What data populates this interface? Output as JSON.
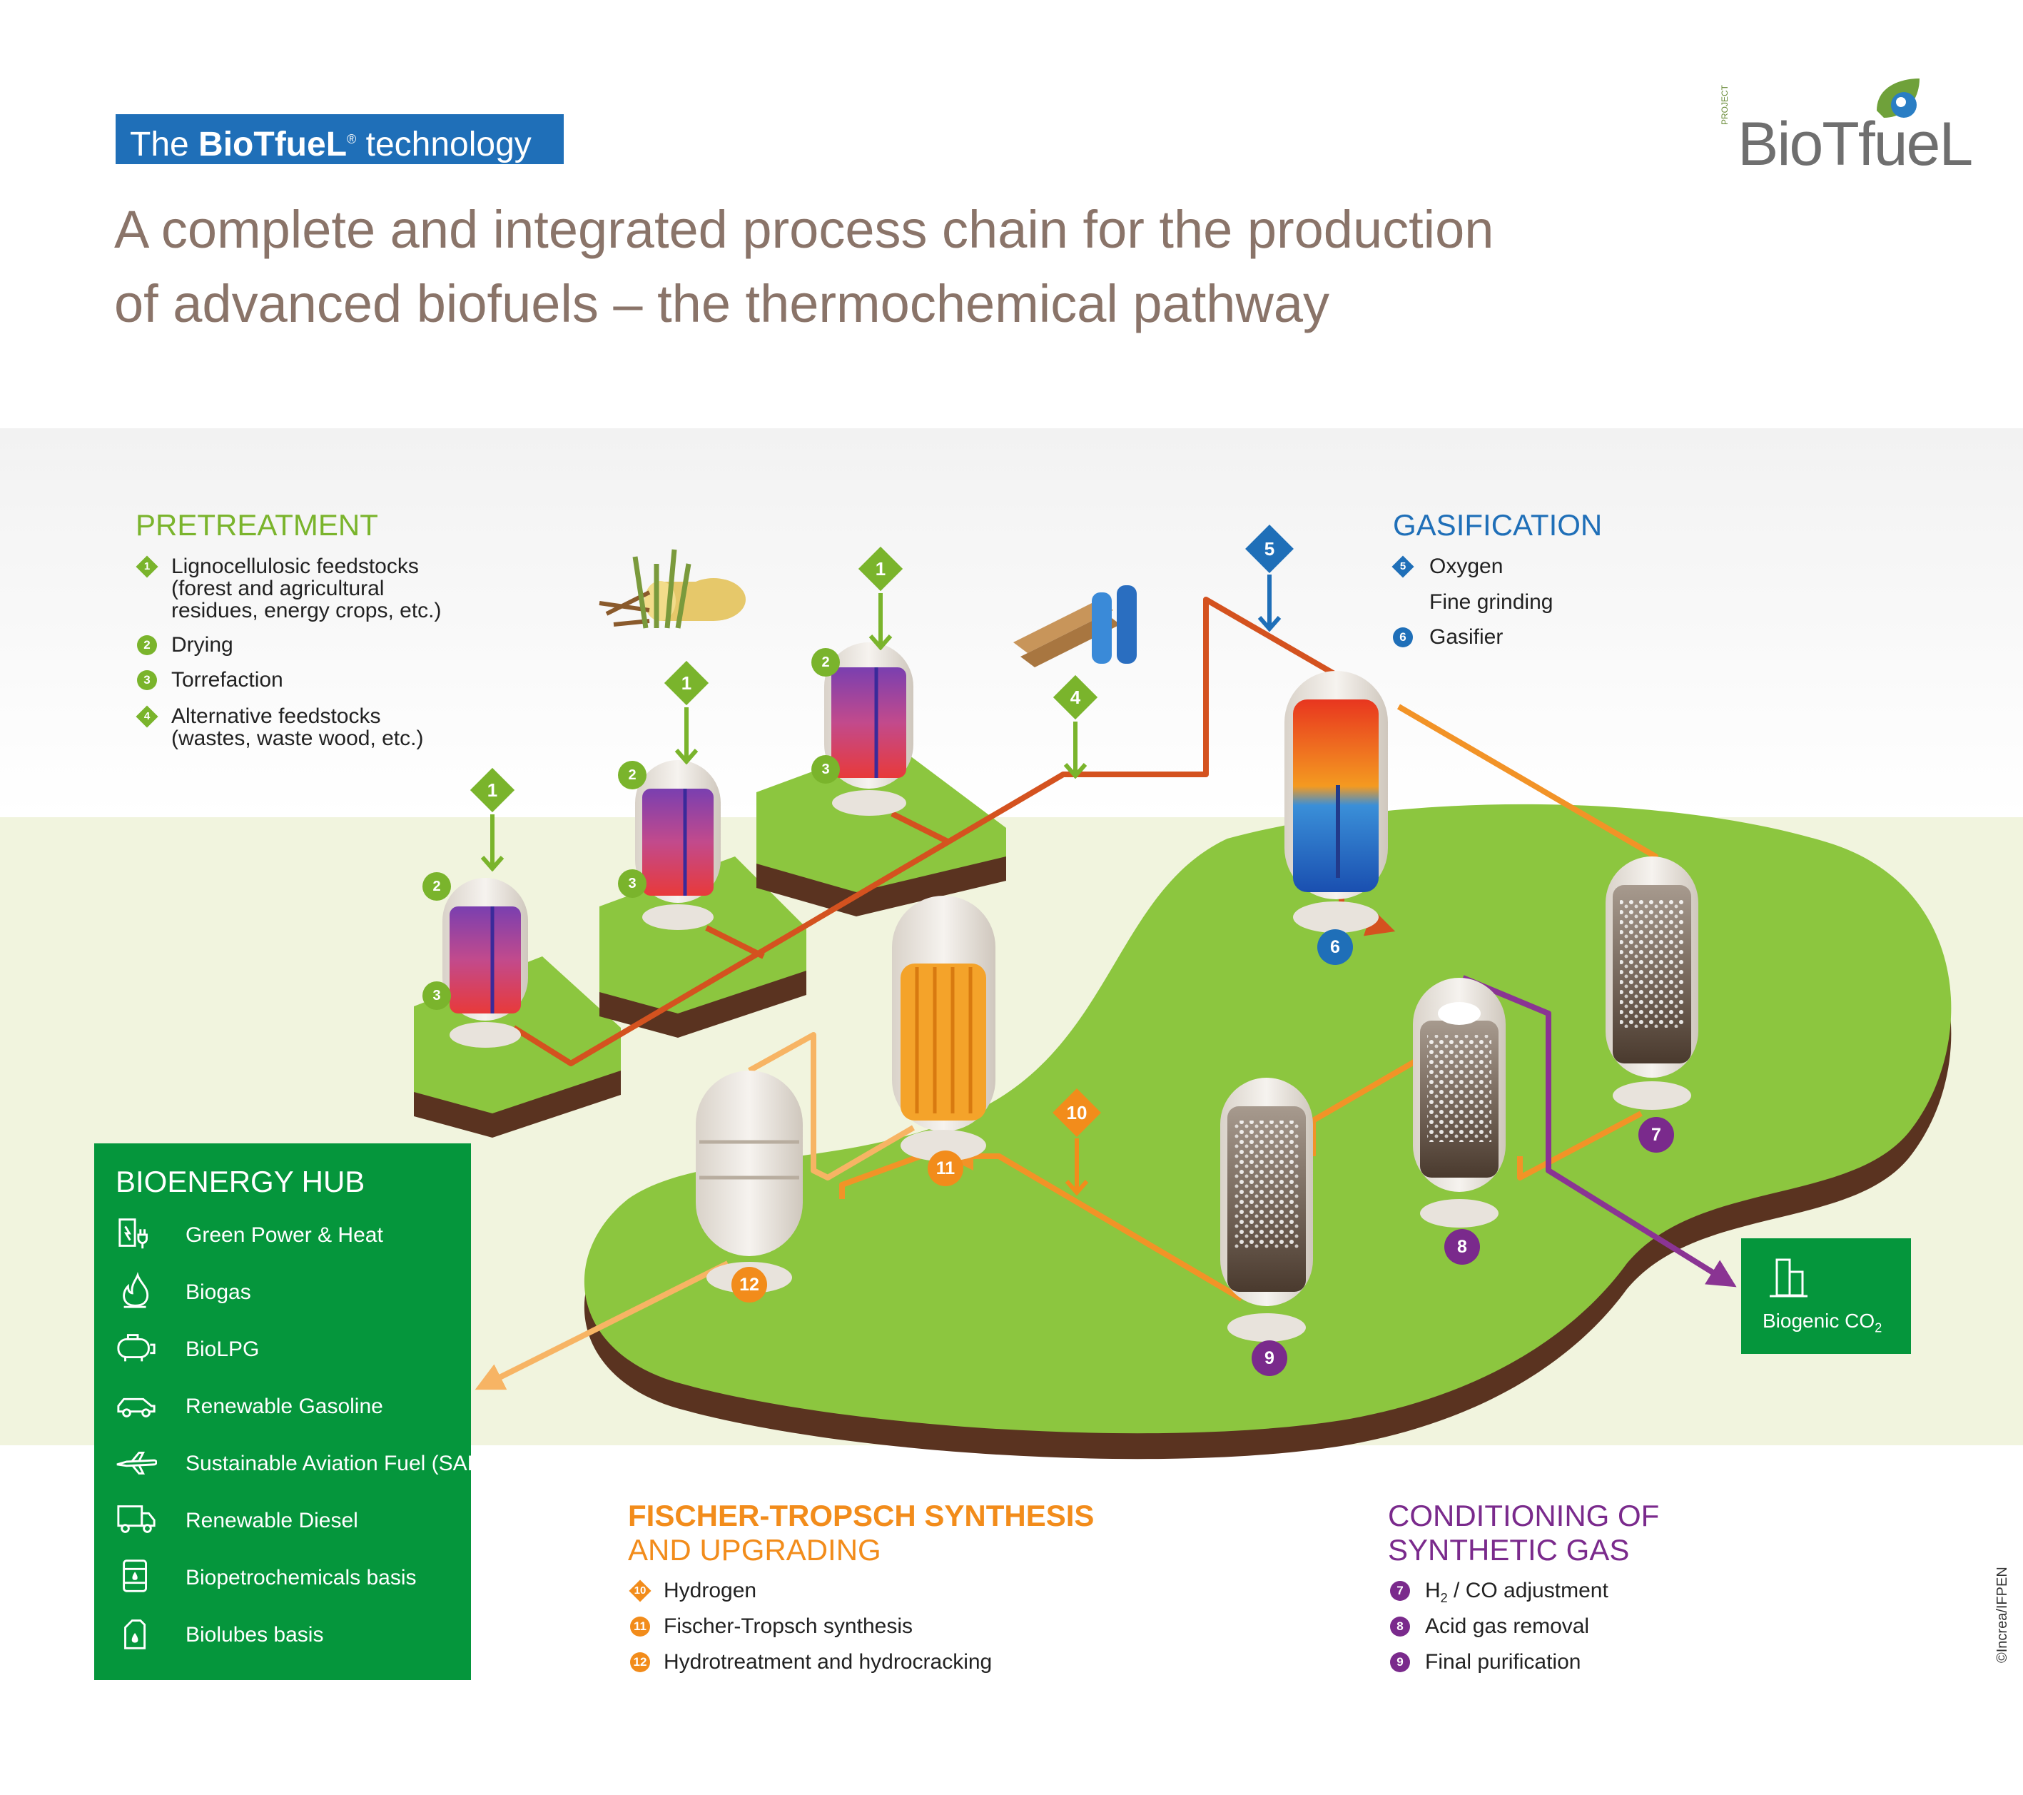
{
  "header": {
    "tag_prefix": "The ",
    "tag_brand": "BioTfueL",
    "tag_reg": "®",
    "tag_suffix": "technology",
    "headline_line1": "A complete and integrated process chain for the production",
    "headline_line2": "of advanced biofuels – the thermochemical pathway"
  },
  "logo": {
    "small": "PROJECT",
    "text": "BioTfueL"
  },
  "colors": {
    "pretreatment": "#7ab42c",
    "gasification": "#1f6fb8",
    "fischer_tropsch": "#f28c1b",
    "conditioning": "#7a2a8c",
    "hub_green": "#05963c",
    "flow_dark_orange": "#d4521f",
    "flow_orange": "#f29327",
    "flow_light_orange": "#f7b464",
    "flow_purple": "#8a3493"
  },
  "pretreatment": {
    "title": "PRETREATMENT",
    "items": [
      {
        "num": "1",
        "shape": "diamond",
        "lines": [
          "Lignocellulosic feedstocks",
          "(forest and agricultural",
          "residues, energy crops, etc.)"
        ]
      },
      {
        "num": "2",
        "shape": "circle",
        "lines": [
          "Drying"
        ]
      },
      {
        "num": "3",
        "shape": "circle",
        "lines": [
          "Torrefaction"
        ]
      },
      {
        "num": "4",
        "shape": "diamond",
        "lines": [
          "Alternative feedstocks",
          "(wastes, waste wood, etc.)"
        ]
      }
    ]
  },
  "gasification": {
    "title": "GASIFICATION",
    "items": [
      {
        "num": "5",
        "shape": "diamond",
        "label": "Oxygen"
      },
      {
        "num": "",
        "shape": "none",
        "label": "Fine grinding"
      },
      {
        "num": "6",
        "shape": "circle",
        "label": "Gasifier"
      }
    ]
  },
  "fischer_tropsch": {
    "title_line1": "FISCHER-TROPSCH SYNTHESIS",
    "title_line2": "AND UPGRADING",
    "items": [
      {
        "num": "10",
        "shape": "diamond",
        "label": "Hydrogen"
      },
      {
        "num": "11",
        "shape": "circle",
        "label": "Fischer-Tropsch synthesis"
      },
      {
        "num": "12",
        "shape": "circle",
        "label": "Hydrotreatment and hydrocracking"
      }
    ]
  },
  "conditioning": {
    "title_line1": "CONDITIONING OF",
    "title_line2": "SYNTHETIC GAS",
    "items": [
      {
        "num": "7",
        "shape": "circle",
        "label_pre": "H",
        "label_sub": "2",
        "label_post": " / CO adjustment"
      },
      {
        "num": "8",
        "shape": "circle",
        "label_pre": "Acid gas removal",
        "label_sub": "",
        "label_post": ""
      },
      {
        "num": "9",
        "shape": "circle",
        "label_pre": "Final purification",
        "label_sub": "",
        "label_post": ""
      }
    ]
  },
  "hub": {
    "title": "BIOENERGY HUB",
    "items": [
      {
        "icon": "power-plug-icon",
        "label": "Green Power & Heat"
      },
      {
        "icon": "flame-icon",
        "label": "Biogas"
      },
      {
        "icon": "gas-tank-icon",
        "label": "BioLPG"
      },
      {
        "icon": "car-icon",
        "label": "Renewable Gasoline"
      },
      {
        "icon": "airplane-icon",
        "label": "Sustainable Aviation Fuel (SAF)"
      },
      {
        "icon": "truck-icon",
        "label": "Renewable Diesel"
      },
      {
        "icon": "barrel-icon",
        "label": "Biopetrochemicals basis"
      },
      {
        "icon": "oil-can-icon",
        "label": "Biolubes basis"
      }
    ]
  },
  "biogenic_co2": {
    "label_pre": "Biogenic CO",
    "label_sub": "2",
    "icon": "factory-icon"
  },
  "diagram_markers": {
    "m1a": "1",
    "m1b": "1",
    "m1c": "1",
    "m2a": "2",
    "m2b": "2",
    "m2c": "2",
    "m3a": "3",
    "m3b": "3",
    "m3c": "3",
    "m4": "4",
    "m5": "5",
    "m6": "6",
    "m7": "7",
    "m8": "8",
    "m9": "9",
    "m10": "10",
    "m11": "11",
    "m12": "12"
  },
  "credit": "©Increa/IFPEN"
}
